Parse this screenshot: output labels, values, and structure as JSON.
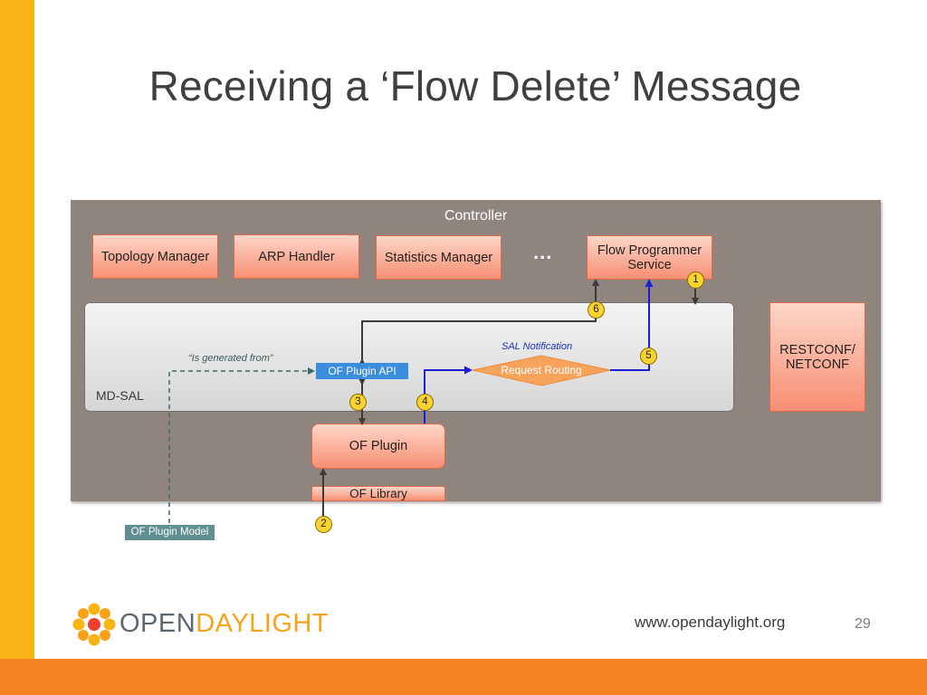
{
  "slide": {
    "title": "Receiving a ‘Flow Delete’ Message",
    "page_number": "29",
    "url": "www.opendaylight.org",
    "logo_open": "OPEN",
    "logo_daylight": "DAYLIGHT"
  },
  "diagram": {
    "controller_label": "Controller",
    "mdsal_label": "MD-SAL",
    "modules": {
      "topology_manager": "Topology Manager",
      "arp_handler": "ARP Handler",
      "statistics_manager": "Statistics Manager",
      "ellipsis": "...",
      "flow_programmer": "Flow Programmer Service",
      "restconf": "RESTCONF/ NETCONF"
    },
    "of_plugin_api": "OF Plugin API",
    "request_routing": "Request Routing",
    "sal_notification": "SAL Notification",
    "is_generated_from": "“Is generated from”",
    "of_plugin": "OF Plugin",
    "of_library": "OF Library",
    "of_plugin_model": "OF Plugin Model",
    "steps": [
      "1",
      "2",
      "3",
      "4",
      "5",
      "6"
    ]
  },
  "colors": {
    "left_bar": "#fbb415",
    "bottom_bar": "#f58220",
    "controller_bg": "#8f847e",
    "module_fill": "#f78f73",
    "api_box": "#3b8ddd",
    "routing_diamond": "#f7a35c",
    "blue_arrow": "#1d1dd8",
    "model_box": "#5f8f90",
    "badge": "#fbd32e"
  }
}
